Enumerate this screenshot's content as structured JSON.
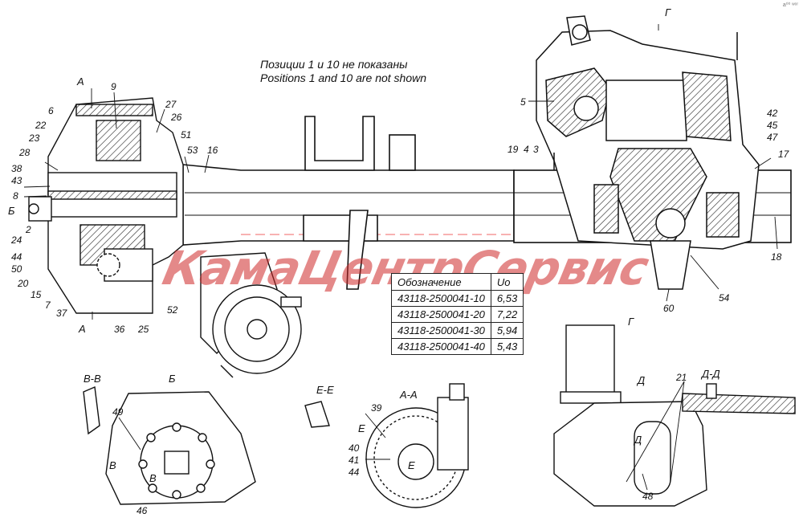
{
  "corner_mark": "а⁰⁰ ʷᵒʳ",
  "note": {
    "line1": "Позиции 1 и 10 не показаны",
    "line2": "Positions 1 and 10 are not shown"
  },
  "watermark": "КамаЦентрСервис",
  "ratio_table": {
    "header": [
      "Обозначение",
      "Uo"
    ],
    "rows": [
      [
        "43118-2500041-10",
        "6,53"
      ],
      [
        "43118-2500041-20",
        "7,22"
      ],
      [
        "43118-2500041-30",
        "5,94"
      ],
      [
        "43118-2500041-40",
        "5,43"
      ]
    ]
  },
  "section_labels": {
    "A_top": "А",
    "A_bottom": "А",
    "B_left": "Б",
    "G_top": "Г",
    "view_VV": "В-В",
    "view_B": "Б",
    "view_EE": "Е-Е",
    "view_AA": "А-А",
    "view_G": "Г",
    "view_DD": "Д-Д",
    "D1": "Д",
    "D2": "Д",
    "B_mark1": "В",
    "B_mark2": "В",
    "E_mark1": "Е",
    "E_mark2": "Е"
  },
  "callouts": {
    "c9": "9",
    "c6": "6",
    "c27": "27",
    "c26": "26",
    "c51": "51",
    "c53": "53",
    "c16": "16",
    "c22": "22",
    "c23": "23",
    "c28": "28",
    "c38": "38",
    "c43": "43",
    "c8": "8",
    "c2": "2",
    "c24": "24",
    "c44": "44",
    "c50": "50",
    "c20": "20",
    "c15": "15",
    "c7": "7",
    "c37": "37",
    "c36": "36",
    "c25": "25",
    "c52": "52",
    "c5": "5",
    "c19": "19",
    "c4": "4",
    "c3": "3",
    "c42": "42",
    "c45": "45",
    "c47": "47",
    "c17": "17",
    "c18": "18",
    "c54": "54",
    "c60": "60",
    "c49": "49",
    "c46": "46",
    "c39": "39",
    "c40": "40",
    "c41": "41",
    "c44b": "44",
    "c21": "21",
    "c48": "48"
  }
}
